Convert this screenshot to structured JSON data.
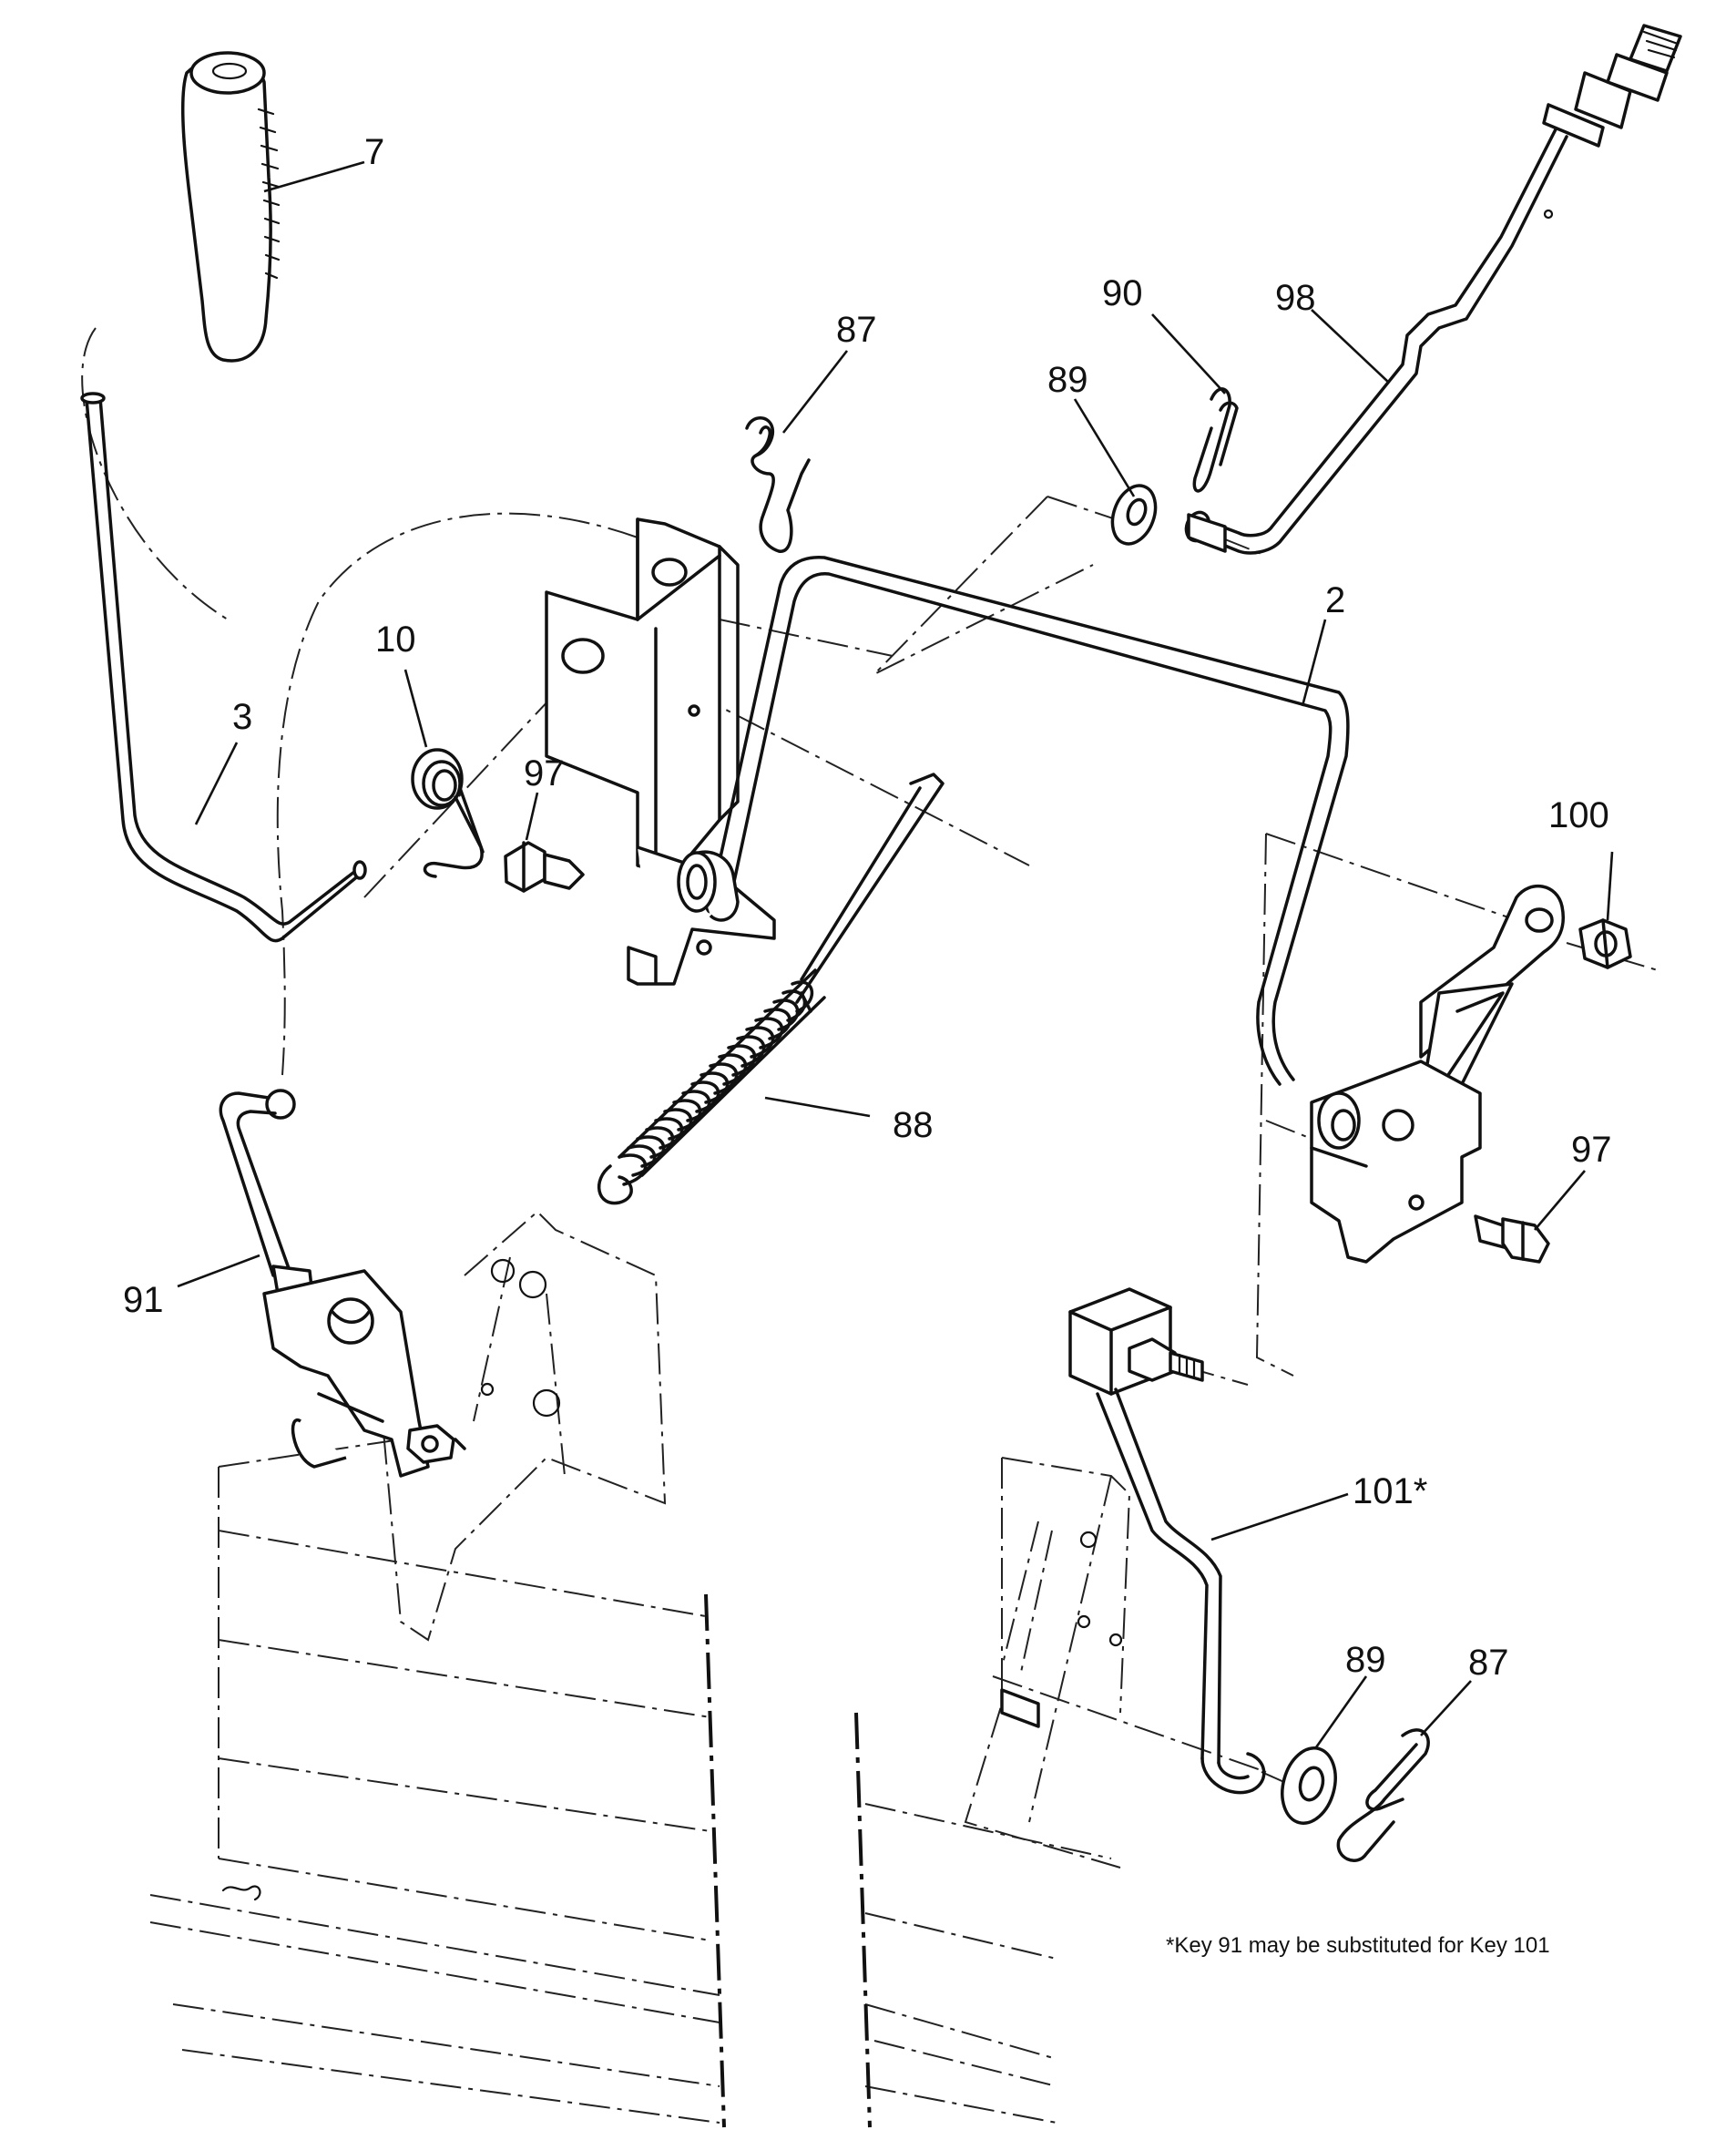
{
  "callouts": {
    "k7": "7",
    "k87_top": "87",
    "k90": "90",
    "k98": "98",
    "k89_top": "89",
    "k10": "10",
    "k3": "3",
    "k97_left": "97",
    "k2": "2",
    "k100": "100",
    "k97_right": "97",
    "k88": "88",
    "k91": "91",
    "k101": "101*",
    "k89_bottom": "89",
    "k87_bottom": "87"
  },
  "footnote": "*Key 91 may be substituted for Key 101"
}
